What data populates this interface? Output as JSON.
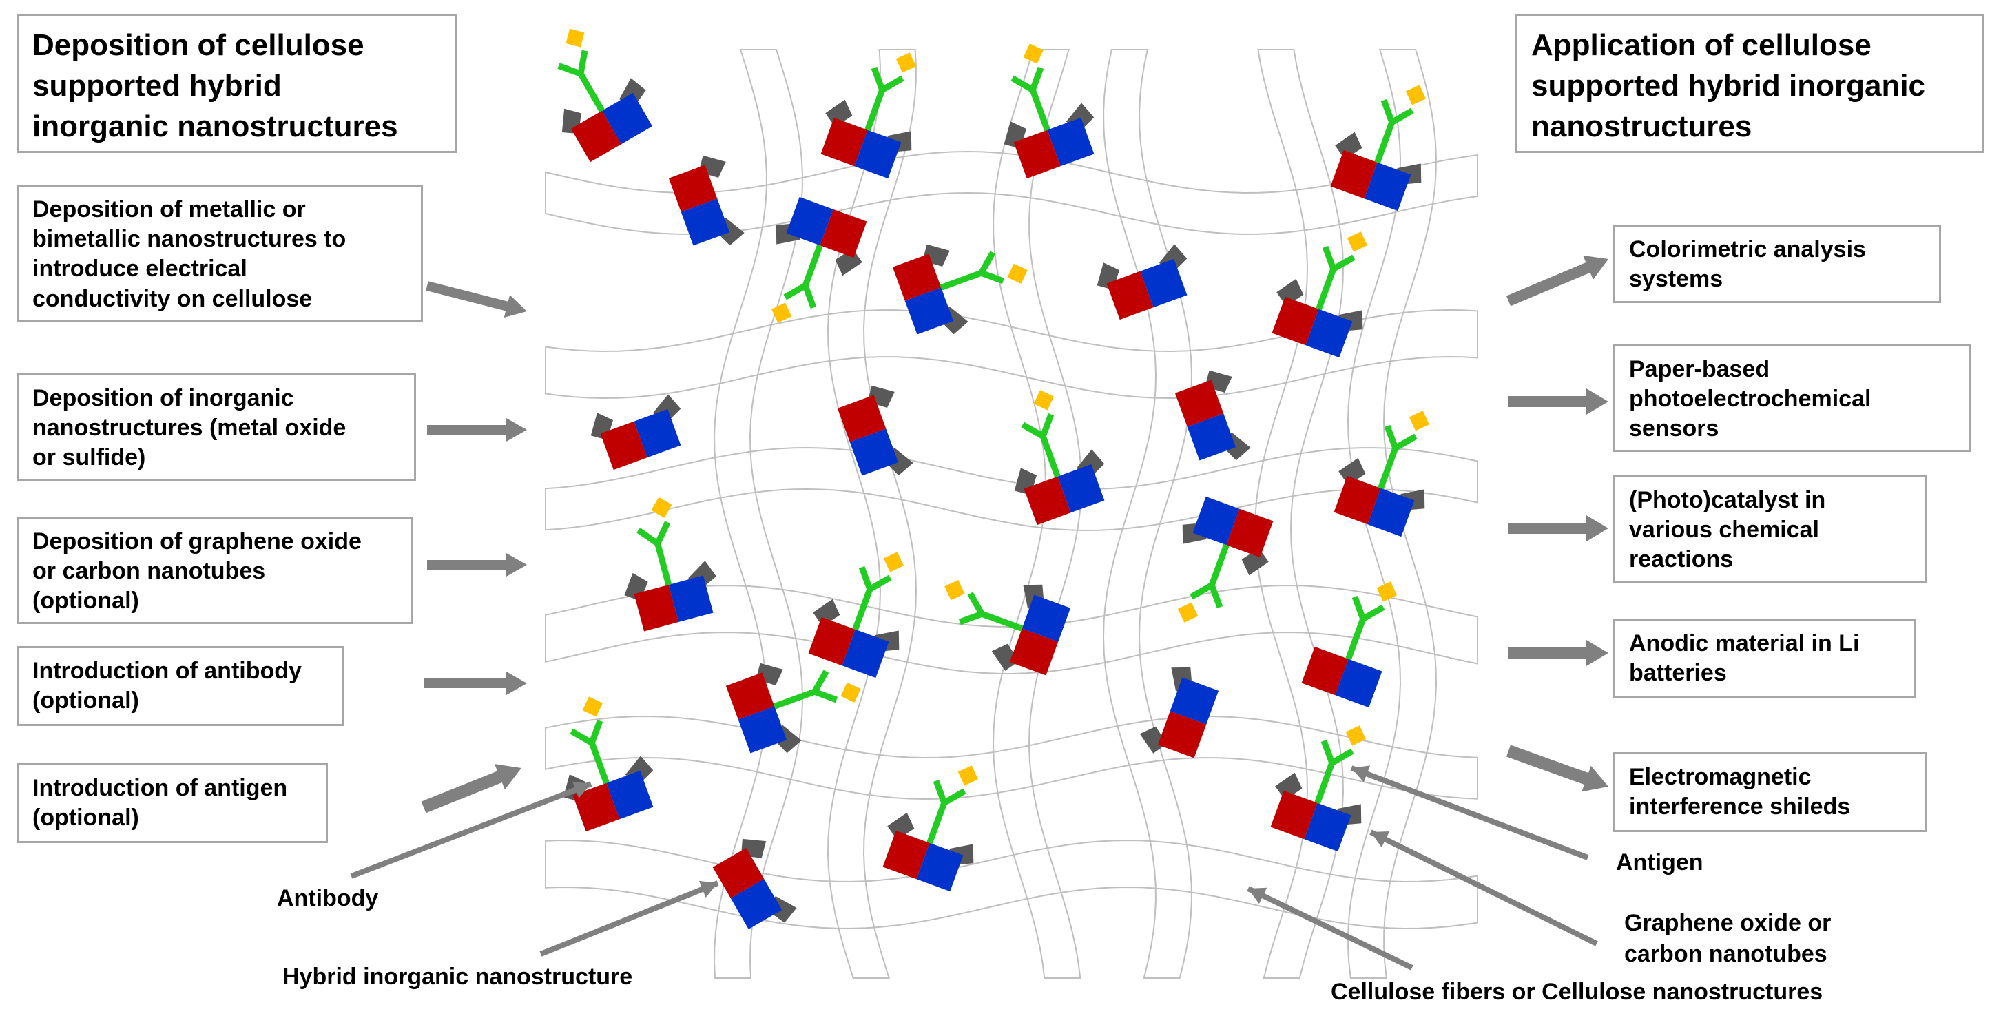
{
  "left_title": [
    "Deposition of cellulose",
    "supported hybrid",
    "inorganic nanostructures"
  ],
  "right_title": [
    "Application of cellulose",
    "supported hybrid inorganic",
    "nanostructures"
  ],
  "steps": [
    [
      "Deposition of metallic or",
      "bimetallic nanostructures to",
      "introduce electrical",
      "conductivity on cellulose"
    ],
    [
      "Deposition of inorganic",
      "nanostructures (metal oxide",
      "or sulfide)"
    ],
    [
      "Deposition of graphene oxide",
      "or carbon nanotubes",
      "(optional)"
    ],
    [
      "Introduction of antibody",
      "(optional)"
    ],
    [
      "Introduction of antigen",
      "(optional)"
    ]
  ],
  "applications": [
    [
      "Colorimetric analysis",
      "systems"
    ],
    [
      "Paper-based",
      "photoelectrochemical",
      "sensors"
    ],
    [
      "(Photo)catalyst in",
      "various chemical",
      "reactions"
    ],
    [
      "Anodic material in Li",
      "batteries"
    ],
    [
      "Electromagnetic",
      "interference shileds"
    ]
  ],
  "labels": {
    "antibody": "Antibody",
    "hybrid": "Hybrid inorganic nanostructure",
    "antigen": "Antigen",
    "graphene": [
      "Graphene oxide or",
      "carbon nanotubes"
    ],
    "cellulose": "Cellulose fibers or Cellulose nanostructures"
  },
  "colors": {
    "box_border": "#a6a6a6",
    "arrow": "#808080",
    "fiber": "#bfbfbf",
    "nanostructure_red": "#c00000",
    "nanostructure_blue": "#0033cc",
    "graphene_gray": "#595959",
    "antibody_green": "#22cc22",
    "antigen_yellow": "#ffc000"
  }
}
